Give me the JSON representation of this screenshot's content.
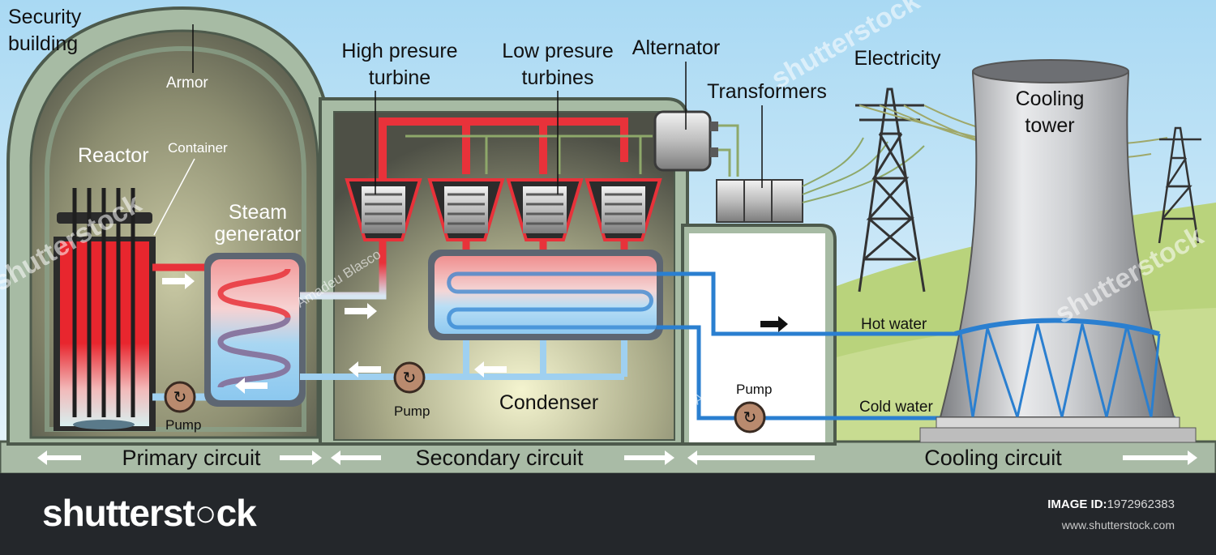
{
  "labels": {
    "security_building": [
      "Security",
      "building"
    ],
    "armor": "Armor",
    "reactor": "Reactor",
    "container": "Container",
    "steam_generator": [
      "Steam",
      "generator"
    ],
    "high_pressure_turbine": [
      "High presure",
      "turbine"
    ],
    "low_pressure_turbines": [
      "Low presure",
      "turbines"
    ],
    "alternator": "Alternator",
    "transformers": "Transformers",
    "electricity": "Electricity",
    "cooling_tower": [
      "Cooling",
      "tower"
    ],
    "hot_water": "Hot water",
    "cold_water": "Cold water",
    "pump_primary": "Pump",
    "pump_secondary": "Pump",
    "pump_cooling": "Pump",
    "condenser": "Condenser"
  },
  "circuits": {
    "primary": "Primary circuit",
    "secondary": "Secondary circuit",
    "cooling": "Cooling circuit"
  },
  "watermark": {
    "brand": "shutterstock",
    "artist": "Amadeu Blasco"
  },
  "footer": {
    "logo": "shutterst○ck",
    "image_id_label": "IMAGE ID:",
    "image_id": "1972962383",
    "site": "www.shutterstock.com"
  },
  "colors": {
    "sky": "#bfe2f5",
    "hill": "#b8d27a",
    "building_wall": "#a7bba4",
    "interior_dark": "#6f7159",
    "hot_pipe": "#e8323a",
    "cold_pipe": "#3f9ee0",
    "cooling_pipe": "#2a7fd0",
    "footer_bg": "#24272b"
  }
}
